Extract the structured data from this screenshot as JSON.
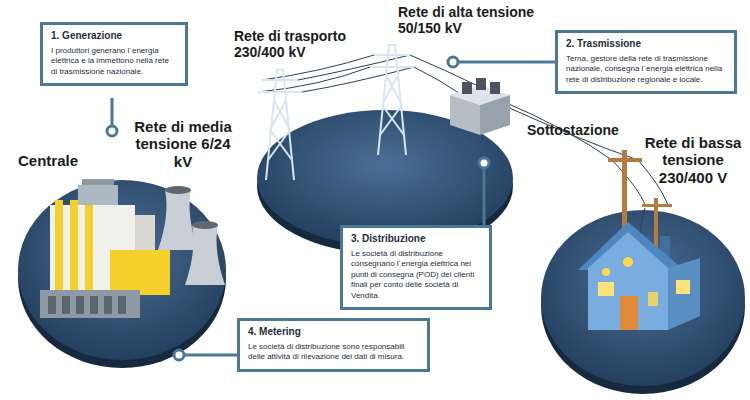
{
  "diagram": {
    "nodes": [
      {
        "text": [
          "1. Generazione",
          "I produttori generano l´energia elettrica e la immettono nella rete di trasmissione nazionale."
        ]
      },
      {
        "text": [
          "2. Trasmissione",
          "Terna, gestore della rete di trasmissione nazionale, consegna l´energia elettrica nella rete di distribuzione regionale e locale."
        ]
      },
      {
        "text": [
          "3. Distribuzione",
          "Le società di distribuzione consegnano l´energia elettrica nei punti di consegna (POD) dei clienti finali per conto delle società di Vendita."
        ]
      },
      {
        "text": [
          "4. Metering",
          "Le società di distribuzione sono responsabili delle attività di rilevazione dei dati di misura."
        ]
      }
    ],
    "labels": [
      "Rete di alta tensione 50/150 kV",
      "Rete di trasporto 230/400 kV",
      "Sottostazione",
      "Centrale",
      "Rete di media tensione 6/24 kV",
      "Rete di bassa tensione 230/400 V"
    ]
  }
}
